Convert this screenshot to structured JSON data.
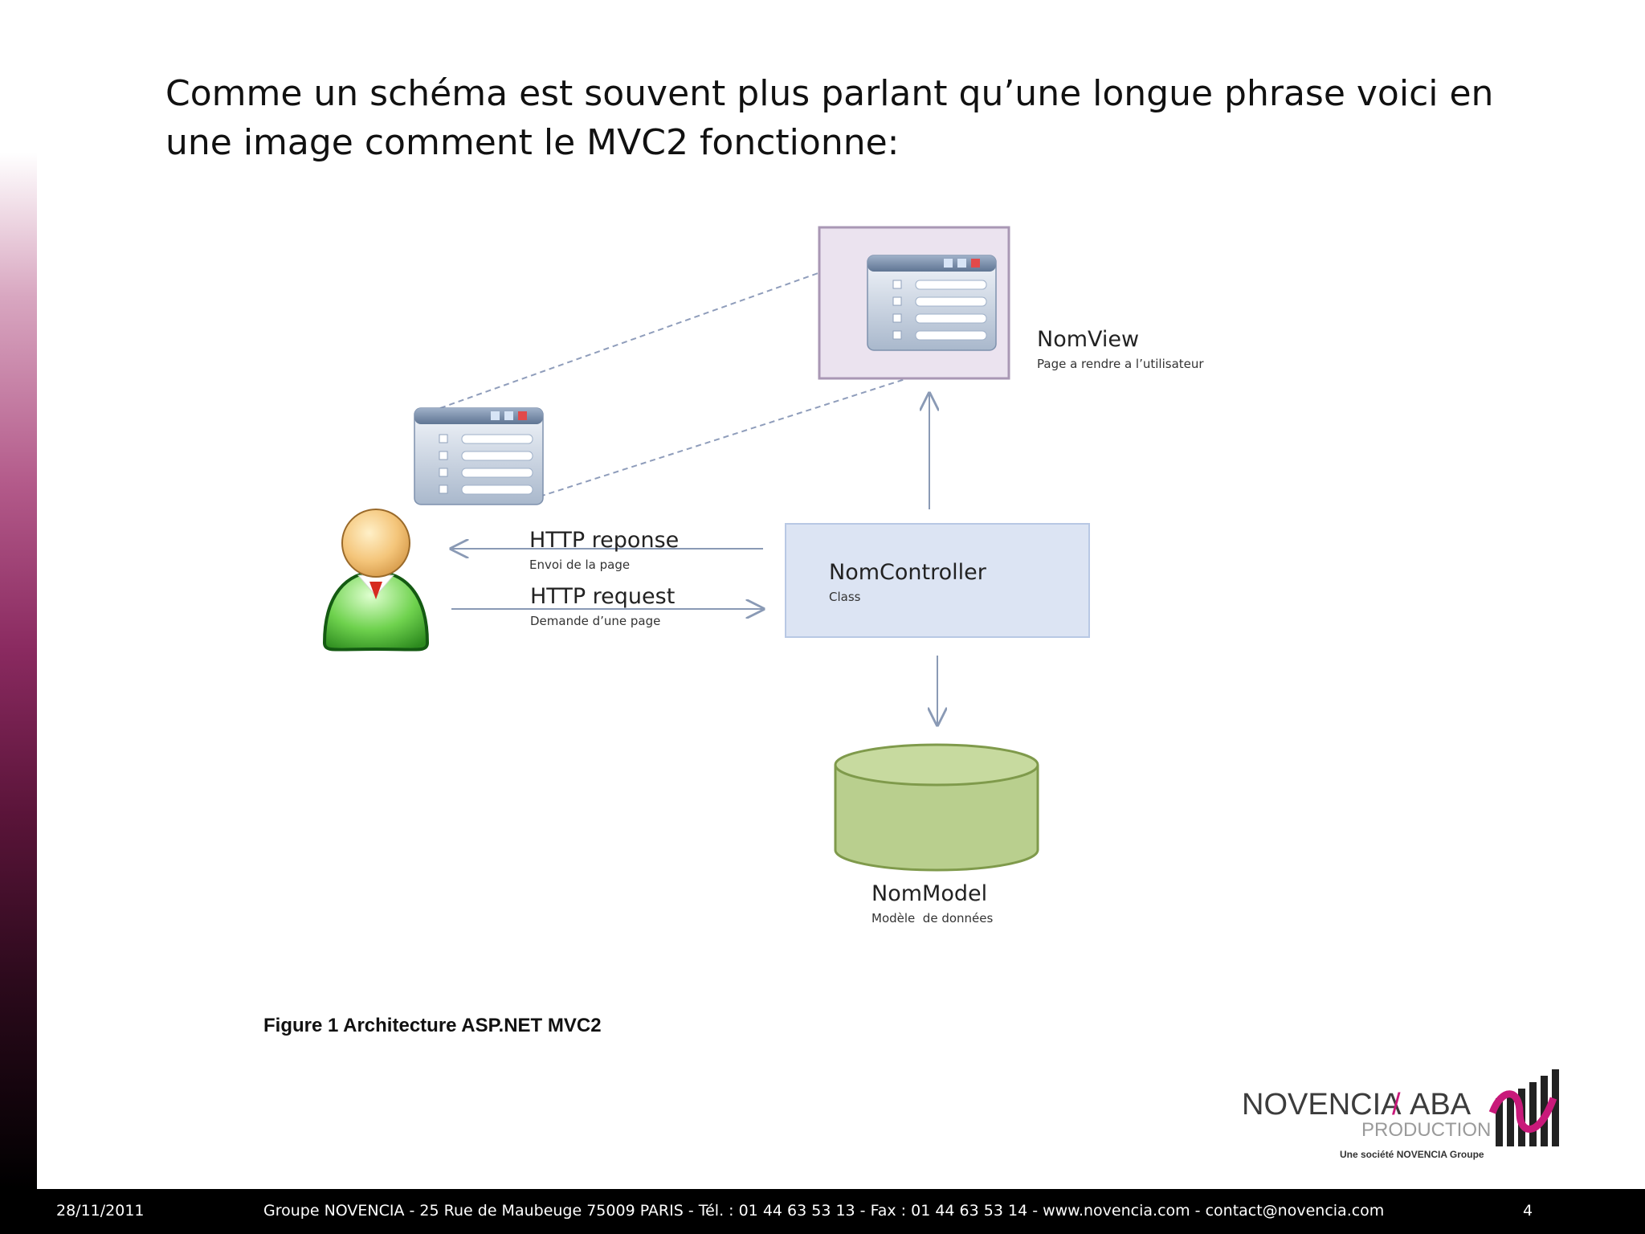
{
  "slide": {
    "heading": "Comme un schéma est souvent plus parlant qu’une longue phrase voici en une image comment le MVC2 fonctionne:",
    "caption": "Figure 1 Architecture ASP.NET MVC2"
  },
  "diagram": {
    "view": {
      "title": "NomView",
      "subtitle": "Page a rendre a l’utilisateur"
    },
    "controller": {
      "title": "NomController",
      "subtitle": "Class"
    },
    "model": {
      "title": "NomModel",
      "subtitle": "Modèle  de données"
    },
    "response": {
      "title": "HTTP reponse",
      "subtitle": "Envoi de la page"
    },
    "request": {
      "title": "HTTP request",
      "subtitle": "Demande d’une page"
    }
  },
  "logo": {
    "brand": "NOVENCIA",
    "separator": "/",
    "brand2": "ABA",
    "production": "PRODUCTION",
    "tagline": "Une société NOVENCIA Groupe"
  },
  "footer": {
    "date": "28/11/2011",
    "address": "Groupe NOVENCIA - 25 Rue de Maubeuge 75009 PARIS - Tél. : 01 44 63 53 13 - Fax : 01 44 63 53 14 - www.novencia.com - contact@novencia.com",
    "page_number": "4"
  },
  "colors": {
    "accent": "#c8197a",
    "controller_fill": "#dce4f3",
    "model_fill": "#b9cf8e",
    "view_frame_fill": "#ebe3ef",
    "arrow": "#8a9ab5"
  }
}
